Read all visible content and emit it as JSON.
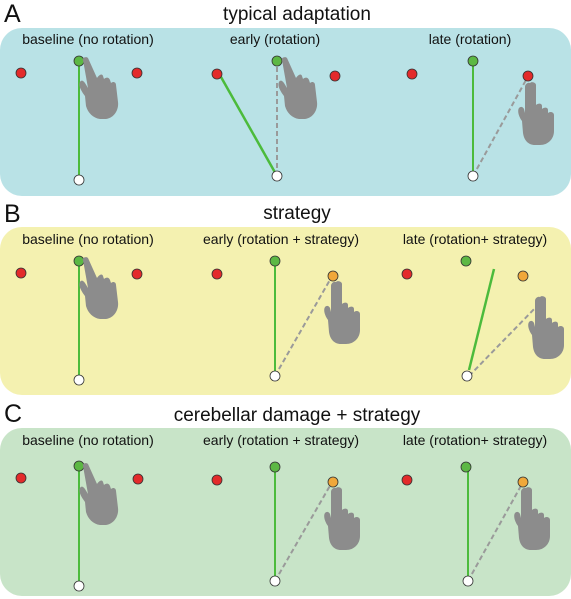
{
  "colors": {
    "panel_a": "#b9e2e6",
    "panel_b": "#f4f1b0",
    "panel_c": "#c8e4c8",
    "target_red": "#e32b2b",
    "target_green": "#5cb844",
    "target_orange": "#f0a83a",
    "start_white": "#ffffff",
    "hand_gray": "#8c8c8c",
    "line_green": "#4cbb3c",
    "line_dashed": "#9a9a9a"
  },
  "panels": [
    {
      "letter": "A",
      "title": "typical adaptation",
      "conditions": [
        {
          "label": "baseline (no rotation)"
        },
        {
          "label": "early (rotation)"
        },
        {
          "label": "late (rotation)"
        }
      ]
    },
    {
      "letter": "B",
      "title": "strategy",
      "conditions": [
        {
          "label": "baseline (no rotation)"
        },
        {
          "label": "early (rotation + strategy)"
        },
        {
          "label": "late (rotation+ strategy)"
        }
      ]
    },
    {
      "letter": "C",
      "title": "cerebellar damage + strategy",
      "conditions": [
        {
          "label": "baseline (no rotation)"
        },
        {
          "label": "early (rotation + strategy)"
        },
        {
          "label": "late (rotation+ strategy)"
        }
      ]
    }
  ]
}
